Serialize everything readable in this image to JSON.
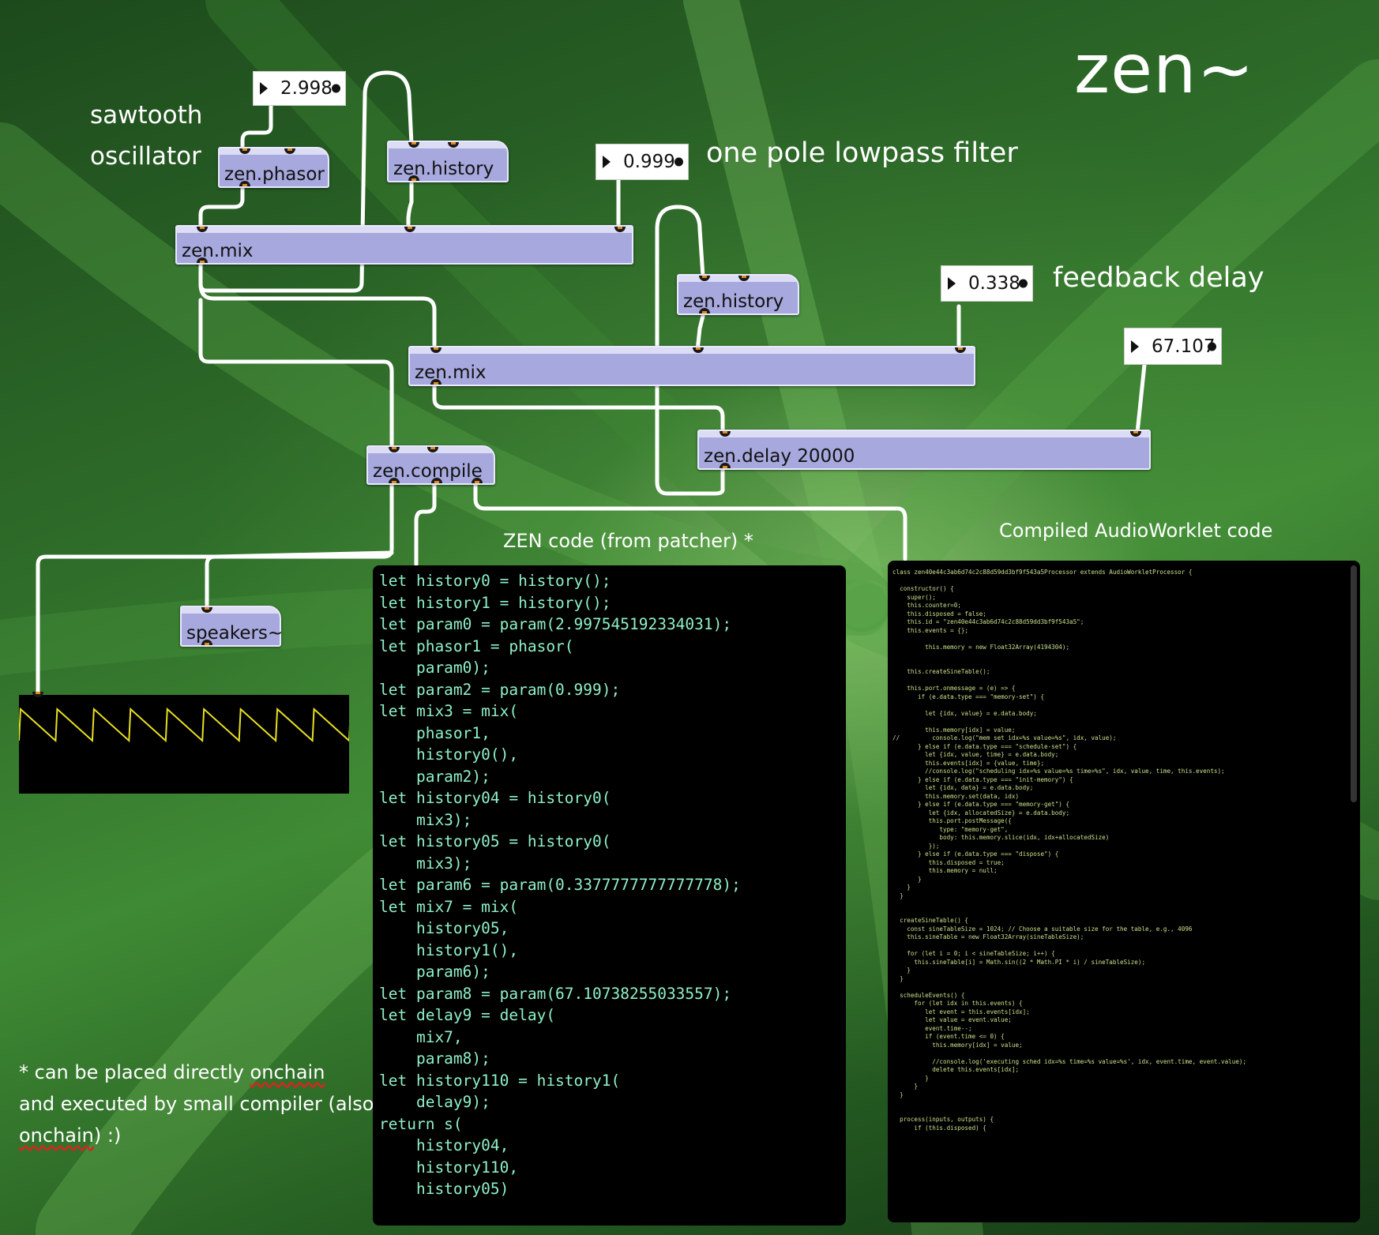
{
  "title": "zen~",
  "labels": {
    "sawtooth": "sawtooth",
    "oscillator": "oscillator",
    "lowpass": "one pole lowpass filter",
    "feedback": "feedback delay",
    "zen_code": "ZEN code  (from patcher) *",
    "compiled": "Compiled AudioWorklet code"
  },
  "footnote": {
    "line1_a": "* can be placed directly ",
    "line1_b": "onchain",
    "line2": "and executed by small compiler (also",
    "line3_a": "onchain",
    "line3_b": ") :)"
  },
  "objects": {
    "phasor": "zen.phasor",
    "history1": "zen.history",
    "mix1": "zen.mix",
    "history2": "zen.history",
    "mix2": "zen.mix",
    "delay": "zen.delay 20000",
    "compile": "zen.compile",
    "speakers": "speakers~"
  },
  "numboxes": {
    "phasor_freq": "2.998",
    "lowpass_coef": "0.999",
    "feedback_amt": "0.338",
    "delay_time": "67.107"
  },
  "zen_code": "let history0 = history();\nlet history1 = history();\nlet param0 = param(2.997545192334031);\nlet phasor1 = phasor(\n    param0);\nlet param2 = param(0.999);\nlet mix3 = mix(\n    phasor1,\n    history0(),\n    param2);\nlet history04 = history0(\n    mix3);\nlet history05 = history0(\n    mix3);\nlet param6 = param(0.3377777777777778);\nlet mix7 = mix(\n    history05,\n    history1(),\n    param6);\nlet param8 = param(67.10738255033557);\nlet delay9 = delay(\n    mix7,\n    param8);\nlet history110 = history1(\n    delay9);\nreturn s(\n    history04,\n    history110,\n    history05)",
  "compiled_code": "class zen40e44c3ab6d74c2c88d59dd3bf9f543a5Processor extends AudioWorkletProcessor {\n\n  constructor() {\n    super();\n    this.counter=0;\n    this.disposed = false;\n    this.id = \"zen40e44c3ab6d74c2c88d59dd3bf9f543a5\";\n    this.events = {};\n\n         this.memory = new Float32Array(4194304);\n\n\n    this.createSineTable();\n\n    this.port.onmessage = (e) => {\n       if (e.data.type === \"memory-set\") {\n\n         let {idx, value} = e.data.body;\n\n         this.memory[idx] = value;\n//         console.log(\"mem set idx=%s value=%s\", idx, value);\n       } else if (e.data.type === \"schedule-set\") {\n         let {idx, value, time} = e.data.body;\n         this.events[idx] = {value, time};\n         //console.log(\"scheduling idx=%s value=%s time=%s\", idx, value, time, this.events);\n       } else if (e.data.type === \"init-memory\") {\n         let {idx, data} = e.data.body;\n         this.memory.set(data, idx)\n       } else if (e.data.type === \"memory-get\") {\n          let {idx, allocatedSize} = e.data.body;\n          this.port.postMessage({\n             type: \"memory-get\",\n             body: this.memory.slice(idx, idx+allocatedSize)\n          });\n       } else if (e.data.type === \"dispose\") {\n          this.disposed = true;\n          this.memory = null;\n       }\n    }\n  }\n\n\n  createSineTable() {\n    const sineTableSize = 1024; // Choose a suitable size for the table, e.g., 4096\n    this.sineTable = new Float32Array(sineTableSize);\n\n    for (let i = 0; i < sineTableSize; i++) {\n      this.sineTable[i] = Math.sin((2 * Math.PI * i) / sineTableSize);\n    }\n  }\n\n  scheduleEvents() {\n      for (let idx in this.events) {\n         let event = this.events[idx];\n         let value = event.value;\n         event.time--;\n         if (event.time <= 0) {\n           this.memory[idx] = value;\n\n           //console.log('executing sched idx=%s time=%s value=%s', idx, event.time, event.value);\n           delete this.events[idx];\n         }\n      }\n  }\n\n\n  process(inputs, outputs) {\n      if (this.disposed) {",
  "colors": {
    "object_fill": "#a7a8dd",
    "wire": "#ffffff",
    "zen_code_text": "#8ff0c8",
    "compiled_text": "#c8e08a",
    "scope_wave": "#e8e020"
  },
  "scope": {
    "cycles": 9
  }
}
